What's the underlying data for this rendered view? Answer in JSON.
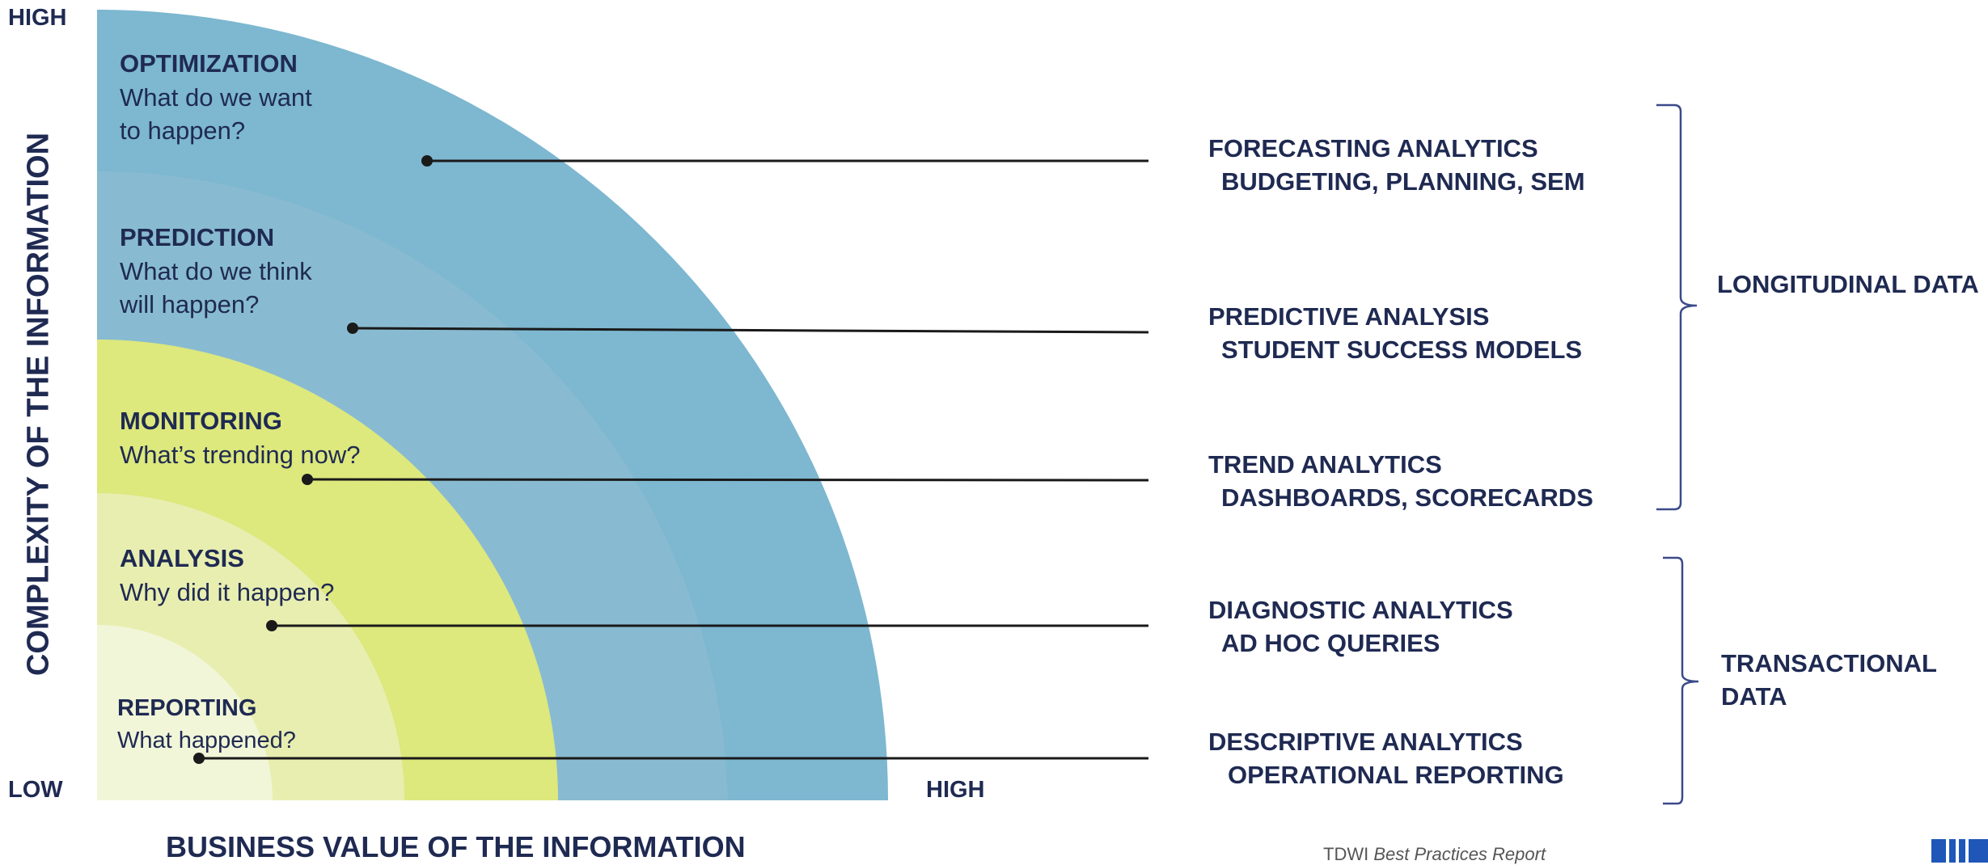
{
  "colors": {
    "band_outer": "#7db7d0",
    "band_second": "#89bbd0",
    "band_middle": "#dde87d",
    "band_fourth": "#e8eeb0",
    "band_inner": "#f2f6d8",
    "text": "#1f2a52",
    "bracket": "#3b4a8a",
    "line": "#1a1a1a",
    "logo": "#1f57b8"
  },
  "axes": {
    "y_high": "HIGH",
    "y_low": "LOW",
    "x_high": "HIGH",
    "y_label": "COMPLEXITY OF THE INFORMATION",
    "x_label": "BUSINESS VALUE OF THE INFORMATION"
  },
  "levels": [
    {
      "title": "OPTIMIZATION",
      "question": [
        "What do we want",
        "to happen?"
      ]
    },
    {
      "title": "PREDICTION",
      "question": [
        "What do we think",
        "will happen?"
      ]
    },
    {
      "title": "MONITORING",
      "question": [
        "What’s trending now?"
      ]
    },
    {
      "title": "ANALYSIS",
      "question": [
        "Why did it happen?"
      ]
    },
    {
      "title": "REPORTING",
      "question": [
        "What happened?"
      ]
    }
  ],
  "analytics": [
    {
      "line1": "FORECASTING ANALYTICS",
      "line2": "BUDGETING, PLANNING, SEM"
    },
    {
      "line1": "PREDICTIVE ANALYSIS",
      "line2": "STUDENT SUCCESS MODELS"
    },
    {
      "line1": "TREND ANALYTICS",
      "line2": "DASHBOARDS, SCORECARDS"
    },
    {
      "line1": "DIAGNOSTIC ANALYTICS",
      "line2": "AD HOC QUERIES"
    },
    {
      "line1": "DESCRIPTIVE ANALYTICS",
      "line2": "OPERATIONAL REPORTING"
    }
  ],
  "groups": {
    "longitudinal": "LONGITUDINAL DATA",
    "transactional": [
      "TRANSACTIONAL",
      "DATA"
    ]
  },
  "footer": {
    "prefix": "TDWI ",
    "italic": "Best Practices Report"
  }
}
